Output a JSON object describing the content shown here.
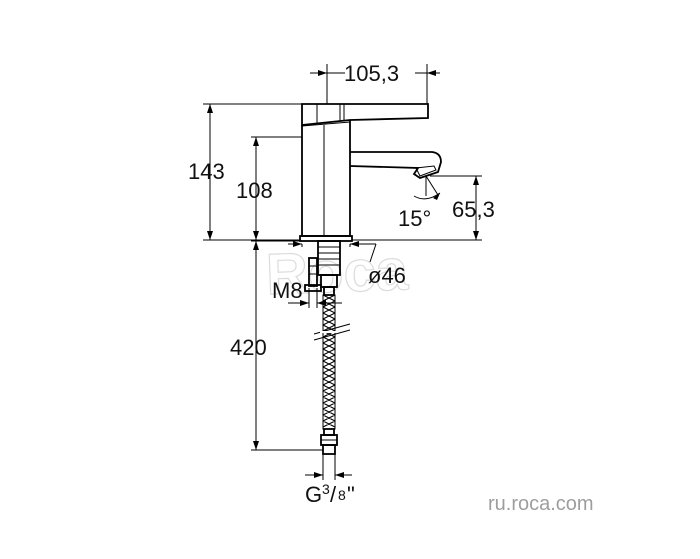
{
  "dimensions": {
    "spout_reach": "105,3",
    "total_height": "143",
    "body_height": "108",
    "spout_height": "65,3",
    "spout_angle": "15°",
    "base_diameter": "ø46",
    "stud_thread": "M8",
    "hose_length": "420",
    "connection_prefix": "G",
    "connection_num": "3",
    "connection_den": "8",
    "connection_suffix": "\""
  },
  "watermark": "ru.roca.com",
  "background_logo": "Roca",
  "colors": {
    "line": "#000000",
    "text": "#111111",
    "watermark": "#9e9e9e"
  }
}
